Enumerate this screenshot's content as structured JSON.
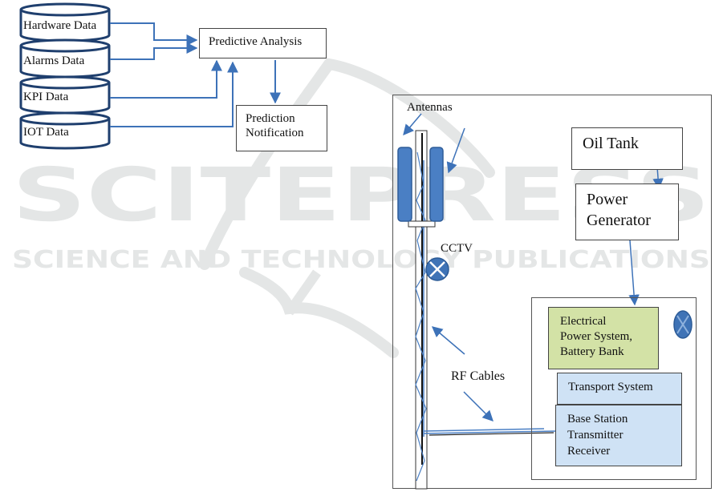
{
  "watermark": {
    "title": "SCITEPRESS",
    "subtitle": "SCIENCE AND TECHNOLOGY PUBLICATIONS"
  },
  "colors": {
    "arrow_blue": "#3d72b8",
    "cylinder_stroke": "#1f3f6e",
    "antenna_fill": "#4a7fc4",
    "cctv_fill": "#3f73b6",
    "power_box_fill": "#d3e2a6",
    "blue_box_fill": "#cfe2f5",
    "watermark_gray": "#e4e6e6"
  },
  "data_flow": {
    "sources": [
      {
        "label": "Hardware Data",
        "icon": "database-icon"
      },
      {
        "label": "Alarms Data",
        "icon": "database-icon"
      },
      {
        "label": "KPI Data",
        "icon": "database-icon"
      },
      {
        "label": "IOT Data",
        "icon": "database-icon"
      }
    ],
    "analysis": {
      "label": "Predictive Analysis"
    },
    "notification": {
      "lines": [
        "Prediction",
        "Notification"
      ]
    }
  },
  "site": {
    "antennas_label": "Antennas",
    "cctv_label": "CCTV",
    "rf_cables_label": "RF Cables",
    "oil_tank": {
      "label": "Oil Tank"
    },
    "power_generator": {
      "lines": [
        "Power",
        "Generator"
      ]
    },
    "shelter": {
      "electrical": {
        "lines": [
          "Electrical",
          "Power System,",
          "Battery Bank"
        ]
      },
      "transport": {
        "label": "Transport System"
      },
      "bts": {
        "lines": [
          "Base Station",
          "Transmitter",
          "Receiver"
        ]
      }
    }
  }
}
